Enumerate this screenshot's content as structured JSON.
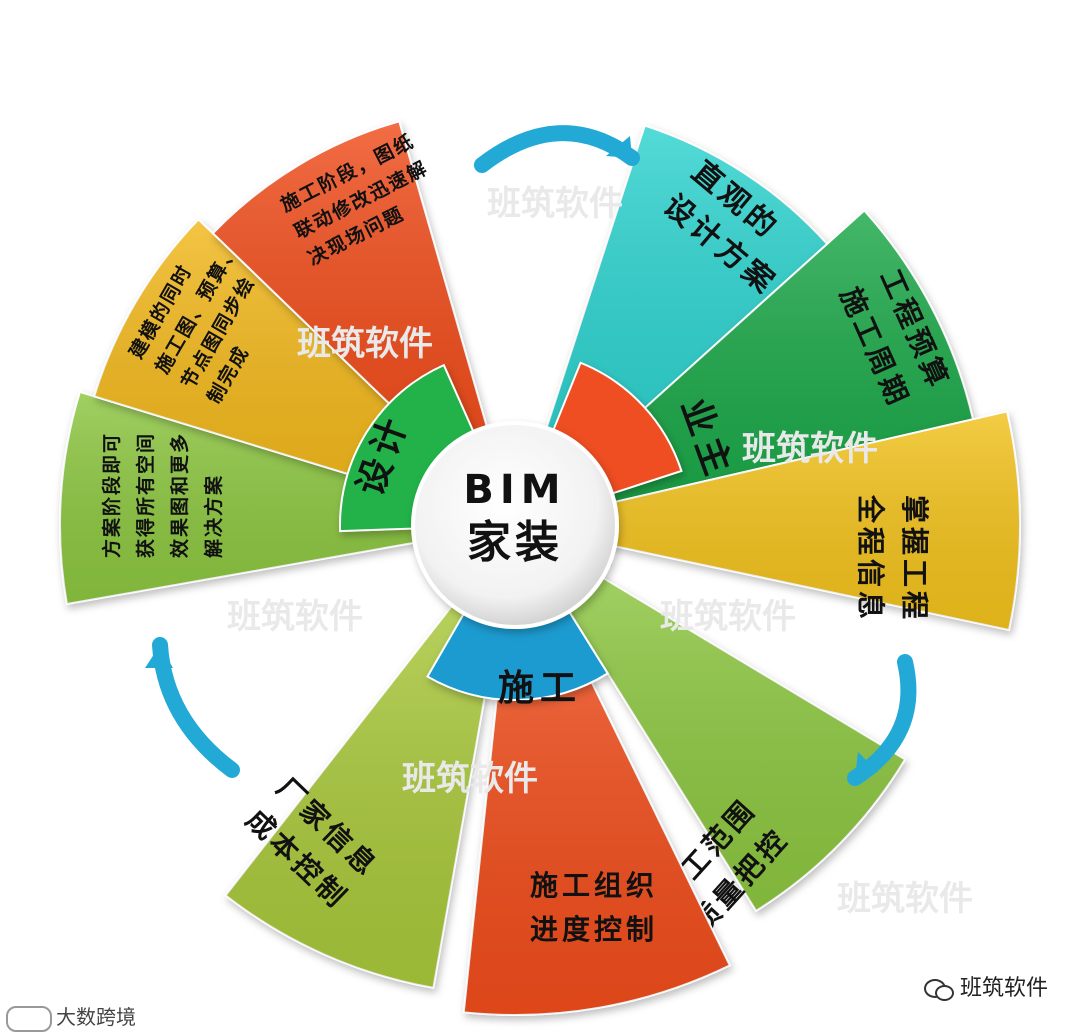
{
  "center": {
    "line1": "BIM",
    "line2": "家装"
  },
  "groups": [
    {
      "label": "设计",
      "color": "#22b24a",
      "segments": [
        {
          "lines": [
            "方案阶段即可",
            "获得所有空间",
            "效果图和更多",
            "解决方案"
          ],
          "color": "#8cc63f"
        },
        {
          "lines": [
            "建模的同时",
            "施工图、预算、",
            "节点图同步绘",
            "制完成"
          ],
          "color": "#f2b81c"
        },
        {
          "lines": [
            "施工阶段，图纸",
            "联动修改迅速解",
            "决现场问题"
          ],
          "color": "#f04e1d"
        }
      ]
    },
    {
      "label": "业主",
      "color": "#ef4d22",
      "segments": [
        {
          "lines": [
            "直观的",
            "设计方案"
          ],
          "color": "#2dd3cf"
        },
        {
          "lines": [
            "工程预算",
            "施工周期"
          ],
          "color": "#1aa84a"
        },
        {
          "lines": [
            "掌握工程",
            "全程信息"
          ],
          "color": "#f2c21c"
        }
      ]
    },
    {
      "label": "施工",
      "color": "#1b9bd0",
      "segments": [
        {
          "lines": [
            "施工范围",
            "质量把控"
          ],
          "color": "#8cc63f"
        },
        {
          "lines": [
            "施工组织",
            "进度控制"
          ],
          "color": "#f04e1d"
        },
        {
          "lines": [
            "厂家信息",
            "成本控制"
          ],
          "color": "#a9c83a"
        }
      ]
    }
  ],
  "arrow_color": "#22a9d6",
  "watermark": "班筑软件",
  "footer": {
    "left": "大数跨境",
    "right": "班筑软件"
  }
}
